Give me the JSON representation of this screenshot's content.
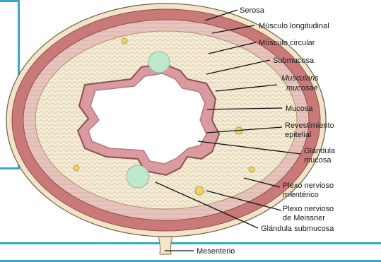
{
  "labels": {
    "serosa": "Serosa",
    "musculo_longitudinal": "Músculo longitudinal",
    "musculo_circular": "Músculo circular",
    "submucosa": "Submucosa",
    "muscularis_1": "Muscularis",
    "muscularis_2": "mucosae",
    "mucosa": "Mucosa",
    "revestimiento_1": "Revestimiento",
    "revestimiento_2": "epitelial",
    "glandula_1": "Glándula",
    "glandula_2": "mucosa",
    "plexo_mienterico_1": "Plexo nervioso",
    "plexo_mienterico_2": "mientérico",
    "plexo_meissner_1": "Plexo nervioso",
    "plexo_meissner_2": "de Meissner",
    "glandula_submucosa": "Glándula submucosa",
    "mesenterio": "Mesenterio"
  },
  "colors": {
    "frame": "#3aa7c4",
    "muscle": "#c97a78",
    "muscle_light": "#e6b9b4",
    "submucosa": "#f4ecd6",
    "mucosa": "#d99aa0",
    "gland": "#bfe8cf",
    "nerve": "#f2d36b"
  }
}
